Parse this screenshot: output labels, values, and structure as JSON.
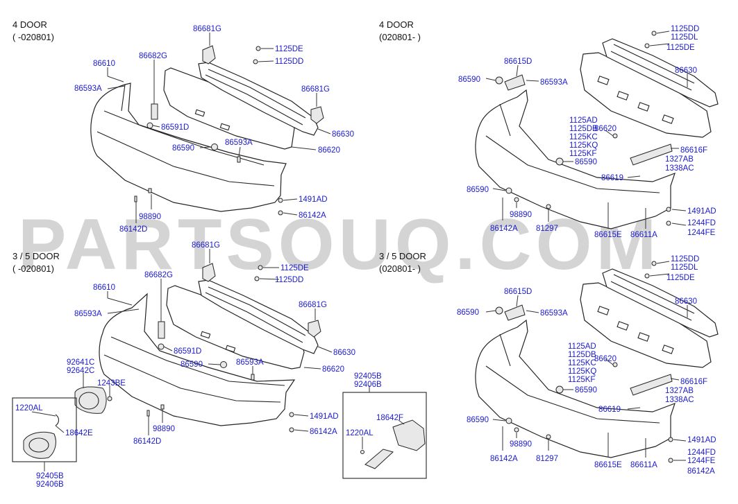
{
  "sections": {
    "tl": {
      "name": "4 DOOR",
      "range": "( -020801)"
    },
    "tr": {
      "name": "4 DOOR",
      "range": "(020801- )"
    },
    "bl": {
      "name": "3 / 5 DOOR",
      "range": "( -020801)"
    },
    "br": {
      "name": "3 / 5 DOOR",
      "range": "(020801- )"
    }
  },
  "watermark": "PARTSOUQ.COM",
  "labels": {
    "tl": {
      "p86681G_a": "86681G",
      "p1125DE": "1125DE",
      "p1125DD": "1125DD",
      "p86682G": "86682G",
      "p86610": "86610",
      "p86593A_a": "86593A",
      "p86681G_b": "86681G",
      "p86591D": "86591D",
      "p86630": "86630",
      "p86590": "86590",
      "p86593A_b": "86593A",
      "p86620": "86620",
      "p1491AD": "1491AD",
      "p98890": "98890",
      "p86142A": "86142A",
      "p86142D": "86142D"
    },
    "tr": {
      "p1125DD": "1125DD",
      "p1125DL": "1125DL",
      "p1125DE": "1125DE",
      "p86615D": "86615D",
      "p86590_a": "86590",
      "p86593A": "86593A",
      "p86630": "86630",
      "p1125AD": "1125AD",
      "p1125DB": "1125DB",
      "p1125KC": "1125KC",
      "p1125KQ": "1125KQ",
      "p1125KF": "1125KF",
      "p86620": "86620",
      "p86616F": "86616F",
      "p86590_b": "86590",
      "p1327AB": "1327AB",
      "p1338AC": "1338AC",
      "p86619": "86619",
      "p86590_c": "86590",
      "p98890": "98890",
      "p1491AD": "1491AD",
      "p81297": "81297",
      "p86142A": "86142A",
      "p1244FD": "1244FD",
      "p1244FE": "1244FE",
      "p86615E": "86615E",
      "p86611A": "86611A"
    },
    "bl": {
      "p86681G_a": "86681G",
      "p1125DE": "1125DE",
      "p1125DD": "1125DD",
      "p86610": "86610",
      "p86682G": "86682G",
      "p86593A_a": "86593A",
      "p86681G_b": "86681G",
      "p86591D": "86591D",
      "p86630": "86630",
      "p86590": "86590",
      "p86593A_b": "86593A",
      "p86620": "86620",
      "p92641C": "92641C",
      "p92642C": "92642C",
      "p1243BE": "1243BE",
      "p1220AL": "1220AL",
      "p18642E": "18642E",
      "p1491AD": "1491AD",
      "p98890": "98890",
      "p86142A": "86142A",
      "p86142D": "86142D",
      "p92405B_a": "92405B",
      "p92406B_a": "92406B",
      "p92405B_b": "92405B",
      "p92406B_b": "92406B",
      "p18642F": "18642F",
      "p1220AL_b": "1220AL"
    },
    "br": {
      "p1125DD": "1125DD",
      "p1125DL": "1125DL",
      "p1125DE": "1125DE",
      "p86615D": "86615D",
      "p86590_a": "86590",
      "p86593A": "86593A",
      "p86630": "86630",
      "p1125AD": "1125AD",
      "p1125DB": "1125DB",
      "p1125KC": "1125KC",
      "p1125KQ": "1125KQ",
      "p1125KF": "1125KF",
      "p86620": "86620",
      "p86616F": "86616F",
      "p86590_b": "86590",
      "p1327AB": "1327AB",
      "p1338AC": "1338AC",
      "p86619": "86619",
      "p86590_c": "86590",
      "p98890": "98890",
      "p1491AD": "1491AD",
      "p81297": "81297",
      "p86142A": "86142A",
      "p1244FD": "1244FD",
      "p1244FE": "1244FE",
      "p86142A_b": "86142A",
      "p86615E": "86615E",
      "p86611A": "86611A"
    }
  }
}
